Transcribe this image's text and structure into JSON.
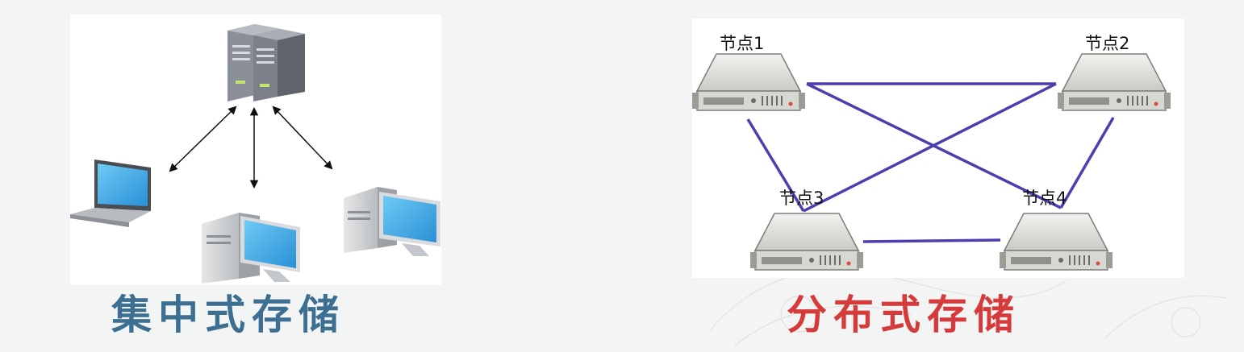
{
  "central": {
    "caption": "集中式存储"
  },
  "distributed": {
    "caption": "分布式存储",
    "nodes": [
      "节点1",
      "节点2",
      "节点3",
      "节点4"
    ]
  },
  "colors": {
    "central_caption": "#3d6f92",
    "distributed_caption": "#d63b3b",
    "link_line": "#4b3fb0"
  },
  "icons": {
    "central_server": "server-tower-icon",
    "clients": [
      "laptop-icon",
      "desktop-computer-icon",
      "desktop-computer-icon"
    ],
    "nodes": "rack-server-icon"
  }
}
